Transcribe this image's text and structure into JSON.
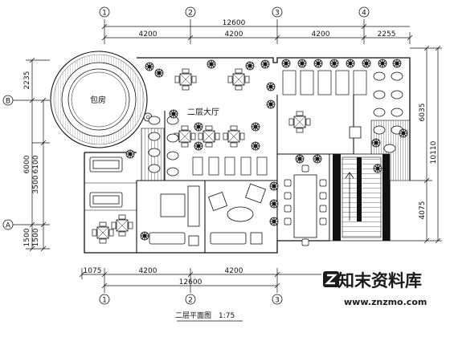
{
  "drawing": {
    "title": "二层平面图",
    "scale": "1:75",
    "rooms": {
      "private_room": "包房",
      "hall": "二层大厅"
    },
    "top_dims": {
      "total": "12600",
      "seg1": "4200",
      "seg2": "4200",
      "seg3": "4200",
      "right_ext": "2255"
    },
    "bottom_dims": {
      "left_ext": "1075",
      "seg1": "4200",
      "seg2": "4200",
      "total": "12600"
    },
    "left_dims": {
      "top": "2235",
      "mid_a": "6000",
      "mid_b": "6100",
      "mid_c": "3500",
      "bot_a": "1500",
      "bot_b": "1500"
    },
    "right_dims": {
      "upper": "6035",
      "total": "10110",
      "lower": "4075"
    },
    "axis_top": [
      "1",
      "2",
      "3",
      "4"
    ],
    "axis_bottom": [
      "1",
      "2",
      "3"
    ],
    "axis_left": [
      "B",
      "A"
    ]
  },
  "watermark": {
    "logo_text": "知末资料库",
    "url": "www.znzmo.com"
  }
}
